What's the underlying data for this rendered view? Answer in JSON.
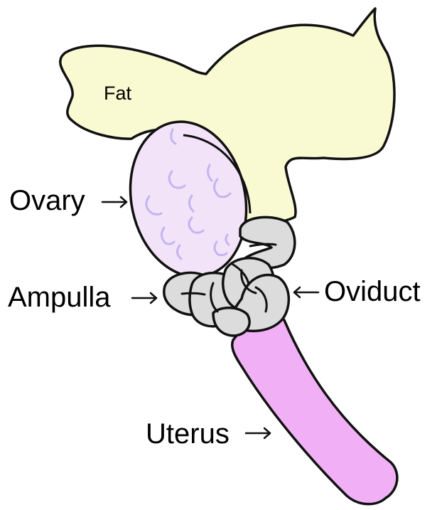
{
  "labels": {
    "fat": "Fat",
    "ovary": "Ovary",
    "ampulla": "Ampulla",
    "oviduct": "Oviduct",
    "uterus": "Uterus"
  },
  "colors": {
    "fat": "#fafad2",
    "ovary": "#f3e3f9",
    "follicle": "#c5b4f0",
    "oviduct": "#dcdcdc",
    "uterus": "#f1b0f6",
    "outline": "#111111"
  }
}
